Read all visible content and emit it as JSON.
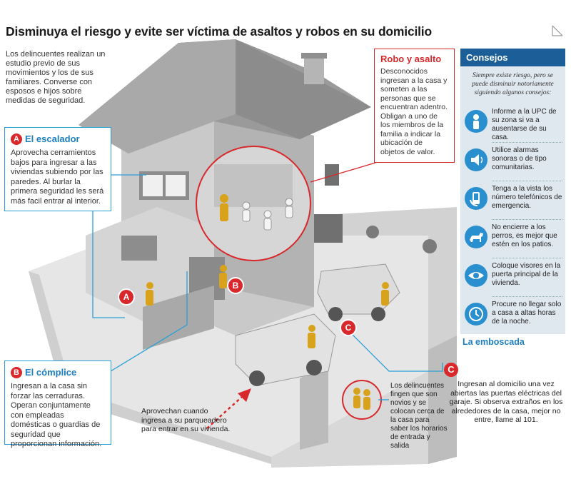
{
  "title": "Disminuya el riesgo y evite ser víctima de asaltos y robos en su domicilio",
  "intro": "Los delincuentes realizan un estudio previo de sus movimientos y los de sus familiares. Converse con esposos e hijos sobre medidas de seguridad.",
  "escalador": {
    "letter": "A",
    "heading": "El escalador",
    "text": "Aprovecha cerramientos bajos para ingresar a las viviendas subiendo por las paredes. Al burlar la primera seguridad les será más facil entrar al interior."
  },
  "complice": {
    "letter": "B",
    "heading": "El cómplice",
    "text": "Ingresan a la casa sin forzar las cerraduras. Operan conjuntamente con empleadas domésticas o guardias de seguridad que proporcionan información."
  },
  "robo": {
    "heading": "Robo y asalto",
    "text": "Desconocidos ingresan a la casa y someten a las personas que se encuentran adentro. Obligan a uno de los miembros de la familia a indicar la ubicación de objetos de valor."
  },
  "consejos": {
    "heading": "Consejos",
    "intro": "Siempre existe riesgo, pero se puede disminuir notoriamente siguiendo algunos consejos:",
    "tips": [
      {
        "icon": "person-icon",
        "text": "Informe a la UPC de su zona si va a ausentarse de su casa."
      },
      {
        "icon": "alarm-icon",
        "text": "Utilice alarmas sonoras o de tipo comunitarias."
      },
      {
        "icon": "phone-hand-icon",
        "text": "Tenga a la vista los número telefónicos de emergencia."
      },
      {
        "icon": "dog-icon",
        "text": "No encierre a los perros, es mejor que estén en los patios."
      },
      {
        "icon": "eye-icon",
        "text": "Coloque visores en la puerta principal de la vivienda."
      },
      {
        "icon": "clock-icon",
        "text": "Procure no llegar solo a casa a altas horas de la noche."
      }
    ]
  },
  "emboscada": {
    "letter": "C",
    "heading": "La emboscada",
    "text": "Ingresan al domicilio una vez abiertas las puertas eléctricas del garaje. Si observa extraños en los alrededores de la casa, mejor no entre, llame al 101."
  },
  "garage_note": "Aprovechan cuando ingresa a su parqueadero para entrar en su vivienda.",
  "couple_note": "Los delincuentes fingen que son novios y se colocan cerca de la casa para saber los horarios de entrada y salida",
  "scene_markers": [
    "A",
    "B",
    "C"
  ],
  "colors": {
    "accent_blue": "#2a9fd6",
    "accent_red": "#d8282b",
    "consejos_bg": "#dfe7ef",
    "consejos_head": "#1c5f98"
  }
}
